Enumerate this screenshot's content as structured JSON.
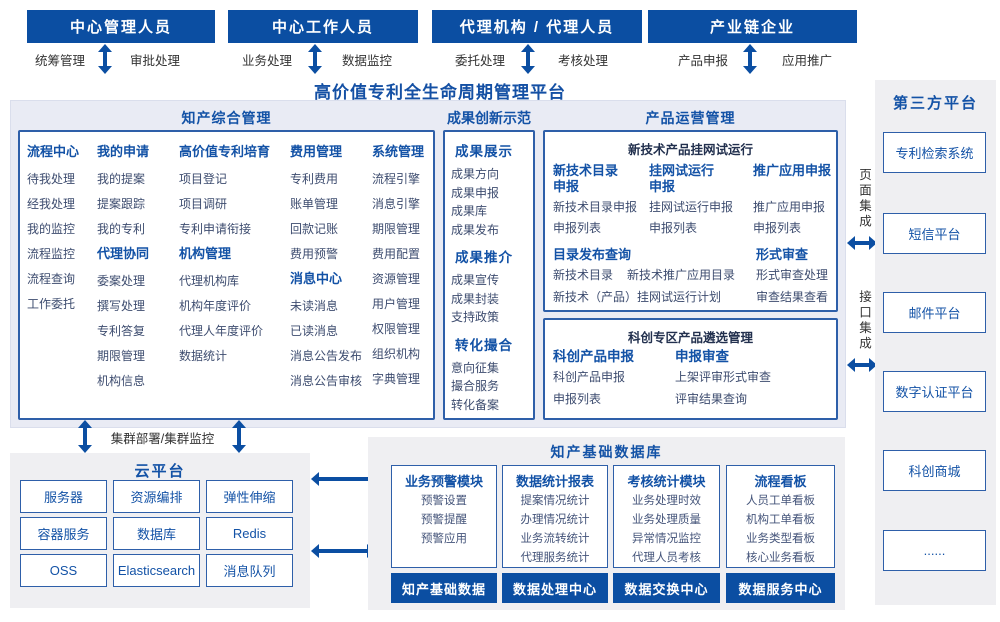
{
  "colors": {
    "primary": "#0b4ea2",
    "section_title": "#1352a6",
    "item_text": "#3d4c6f",
    "panel_bg": "#efeff2",
    "container_bg": "#e9ebf4"
  },
  "platform": {
    "title": "高价值专利全生命周期管理平台"
  },
  "roles": [
    {
      "title": "中心管理人员",
      "left": "统筹管理",
      "right": "审批处理"
    },
    {
      "title": "中心工作人员",
      "left": "业务处理",
      "right": "数据监控"
    },
    {
      "title": "代理机构 / 代理人员",
      "left": "委托处理",
      "right": "考核处理"
    },
    {
      "title": "产业链企业",
      "left": "产品申报",
      "right": "应用推广"
    }
  ],
  "ip_section": {
    "title": "知产综合管理",
    "col1": {
      "header": "流程中心",
      "items": [
        "待我处理",
        "经我处理",
        "我的监控",
        "流程监控",
        "流程查询",
        "工作委托"
      ]
    },
    "col2": {
      "header": "我的申请",
      "items": [
        "我的提案",
        "提案跟踪",
        "我的专利"
      ],
      "sub_header": "代理协同",
      "sub_items": [
        "委案处理",
        "撰写处理",
        "专利答复",
        "期限管理",
        "机构信息"
      ]
    },
    "col3": {
      "header": "高价值专利培育",
      "items": [
        "项目登记",
        "项目调研",
        "专利申请衔接"
      ],
      "sub_header": "机构管理",
      "sub_items": [
        "代理机构库",
        "机构年度评价",
        "代理人年度评价",
        "数据统计"
      ]
    },
    "col4": {
      "header": "费用管理",
      "items": [
        "专利费用",
        "账单管理",
        "回款记账",
        "费用预警"
      ],
      "sub_header": "消息中心",
      "sub_items": [
        "未读消息",
        "已读消息",
        "消息公告发布",
        "消息公告审核"
      ]
    },
    "col5": {
      "header": "系统管理",
      "items": [
        "流程引擎",
        "消息引擎",
        "期限管理",
        "费用配置",
        "资源管理",
        "用户管理",
        "权限管理",
        "组织机构",
        "字典管理"
      ]
    }
  },
  "achievement_section": {
    "title": "成果创新示范",
    "groups": [
      {
        "header": "成果展示",
        "items": [
          "成果方向",
          "成果申报",
          "成果库",
          "成果发布"
        ]
      },
      {
        "header": "成果推介",
        "items": [
          "成果宣传",
          "成果封装",
          "支持政策"
        ]
      },
      {
        "header": "转化撮合",
        "items": [
          "意向征集",
          "撮合服务",
          "转化备案"
        ]
      }
    ]
  },
  "product_section": {
    "title": "产品运营管理",
    "trial_box": {
      "title": "新技术产品挂网试运行",
      "cols": [
        {
          "header": "新技术目录\n申报",
          "items": [
            "新技术目录申报",
            "申报列表"
          ]
        },
        {
          "header": "挂网试运行\n申报",
          "items": [
            "挂网试运行申报",
            "申报列表"
          ]
        },
        {
          "header": "推广应用申报",
          "items": [
            "推广应用申报",
            "申报列表"
          ]
        }
      ],
      "catalog": {
        "header": "目录发布查询",
        "row1a": "新技术目录",
        "row1b": "新技术推广应用目录",
        "row2": "新技术（产品）挂网试运行计划"
      },
      "review": {
        "header": "形式审查",
        "items": [
          "形式审查处理",
          "审查结果查看"
        ]
      }
    },
    "select_box": {
      "title": "科创专区产品遴选管理",
      "cols": [
        {
          "header": "科创产品申报",
          "items": [
            "科创产品申报",
            "申报列表"
          ]
        },
        {
          "header": "申报审查",
          "items": [
            "上架评审形式审查",
            "评审结果查询"
          ]
        }
      ]
    }
  },
  "integration": {
    "page": "页面集成",
    "api": "接口集成"
  },
  "third_party": {
    "title": "第三方平台",
    "items": [
      "专利检索系统",
      "短信平台",
      "邮件平台",
      "数字认证平台",
      "科创商城",
      "......"
    ]
  },
  "cluster_label": "集群部署/集群监控",
  "cloud": {
    "title": "云平台",
    "items": [
      "服务器",
      "资源编排",
      "弹性伸缩",
      "容器服务",
      "数据库",
      "Redis",
      "OSS",
      "Elasticsearch",
      "消息队列"
    ]
  },
  "database": {
    "title": "知产基础数据库",
    "modules": [
      {
        "header": "业务预警模块",
        "items": [
          "预警设置",
          "预警提醒",
          "预警应用"
        ]
      },
      {
        "header": "数据统计报表",
        "items": [
          "提案情况统计",
          "办理情况统计",
          "业务流转统计",
          "代理服务统计"
        ]
      },
      {
        "header": "考核统计模块",
        "items": [
          "业务处理时效",
          "业务处理质量",
          "异常情况监控",
          "代理人员考核"
        ]
      },
      {
        "header": "流程看板",
        "items": [
          "人员工单看板",
          "机构工单看板",
          "业务类型看板",
          "核心业务看板"
        ]
      }
    ],
    "footer": [
      "知产基础数据",
      "数据处理中心",
      "数据交换中心",
      "数据服务中心"
    ]
  }
}
